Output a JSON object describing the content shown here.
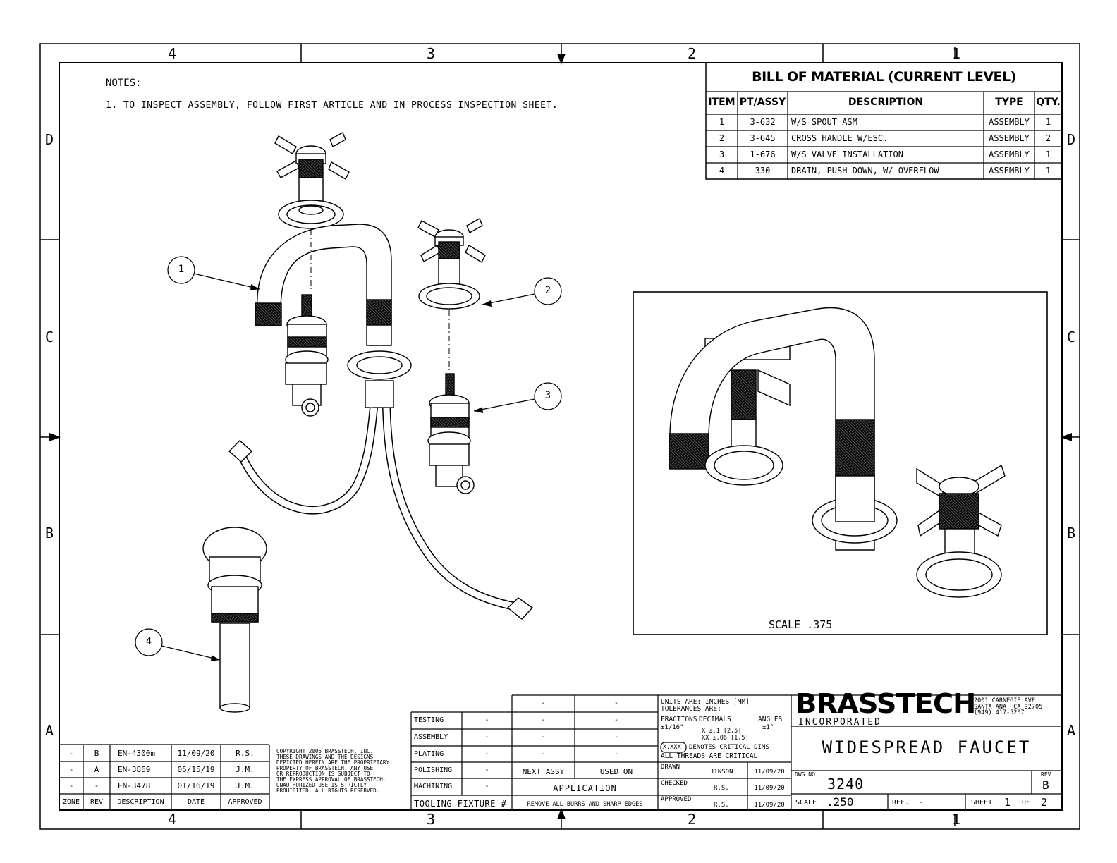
{
  "zones": {
    "columns": [
      "4",
      "3",
      "2",
      "1"
    ],
    "rows": [
      "D",
      "C",
      "B",
      "A"
    ]
  },
  "notes": {
    "heading": "NOTES:",
    "items": [
      "1.  TO INSPECT ASSEMBLY, FOLLOW FIRST ARTICLE AND IN PROCESS INSPECTION SHEET."
    ]
  },
  "bom": {
    "title": "BILL OF MATERIAL (CURRENT LEVEL)",
    "headers": [
      "ITEM",
      "PT/ASSY",
      "DESCRIPTION",
      "TYPE",
      "QTY."
    ],
    "rows": [
      [
        "1",
        "3-632",
        "W/S SPOUT ASM",
        "ASSEMBLY",
        "1"
      ],
      [
        "2",
        "3-645",
        "CROSS HANDLE W/ESC.",
        "ASSEMBLY",
        "2"
      ],
      [
        "3",
        "1-676",
        "W/S VALVE INSTALLATION",
        "ASSEMBLY",
        "1"
      ],
      [
        "4",
        "330",
        "DRAIN, PUSH DOWN, W/ OVERFLOW",
        "ASSEMBLY",
        "1"
      ]
    ]
  },
  "balloons": [
    "1",
    "2",
    "3",
    "4"
  ],
  "inset": {
    "scale_label": "SCALE  .375"
  },
  "revisions": {
    "headers": [
      "ZONE",
      "REV",
      "DESCRIPTION",
      "DATE",
      "APPROVED"
    ],
    "rows": [
      [
        "-",
        "B",
        "EN-4300m",
        "11/09/20",
        "R.S."
      ],
      [
        "-",
        "A",
        "EN-3869",
        "05/15/19",
        "J.M."
      ],
      [
        "-",
        "-",
        "EN-3478",
        "01/16/19",
        "J.M."
      ]
    ]
  },
  "copyright": [
    "COPYRIGHT 2005 BRASSTECH, INC.",
    "THESE DRAWINGS AND THE DESIGNS",
    "DEPICTED HEREIN ARE THE PROPRIETARY",
    "PROPERTY OF BRASSTECH. ANY USE",
    "OR REPRODUCTION IS SUBJECT TO",
    "THE EXPRESS APPROVAL OF BRASSTECH.",
    "UNAUTHORIZED USE IS STRICTLY",
    "PROHIBITED. ALL RIGHTS RESERVED."
  ],
  "processes": {
    "rows": [
      [
        "TESTING",
        "-"
      ],
      [
        "ASSEMBLY",
        "-"
      ],
      [
        "PLATING",
        "-"
      ],
      [
        "POLISHING",
        "-"
      ],
      [
        "MACHINING",
        "-"
      ]
    ],
    "tooling": "TOOLING FIXTURE #"
  },
  "application": {
    "dash_rows": [
      [
        "-",
        "-"
      ],
      [
        "-",
        "-"
      ],
      [
        "-",
        "-"
      ],
      [
        "-",
        "-"
      ]
    ],
    "next_assy": "NEXT ASSY",
    "used_on": "USED ON",
    "label": "APPLICATION",
    "burrs": "REMOVE ALL BURRS AND SHARP EDGES"
  },
  "tolerances": {
    "units": "UNITS ARE: INCHES  [MM]",
    "tol": "TOLERANCES ARE:",
    "fractions": "FRACTIONS",
    "decimals": "DECIMALS",
    "angles": "ANGLES",
    "frac_val": "±1/16\"",
    "x_val": ".X ±.1  [2,5]",
    "xx_val": ".XX ±.06 [1,5]",
    "ang_val": "±1°",
    "critical_box": "X.XXX",
    "critical_text": "DENOTES CRITICAL DIMS.",
    "threads": "ALL THREADS ARE CRITICAL"
  },
  "signoff": [
    {
      "label": "DRAWN",
      "name": "JINSON",
      "date": "11/09/20"
    },
    {
      "label": "CHECKED",
      "name": "R.S.",
      "date": "11/09/20"
    },
    {
      "label": "APPROVED",
      "name": "R.S.",
      "date": "11/09/20"
    }
  ],
  "company": {
    "name": "BRASSTECH",
    "sub": "INCORPORATED",
    "address": [
      "2001 CARNEGIE AVE.",
      "SANTA ANA, CA 92705",
      "(949) 417-5207"
    ]
  },
  "title": "WIDESPREAD FAUCET",
  "dwg": {
    "label": "DWG NO.",
    "number": "3240",
    "rev_label": "REV",
    "rev": "B"
  },
  "footer": {
    "scale_label": "SCALE",
    "scale": ".250",
    "ref_label": "REF.",
    "ref": "-",
    "sheet_label": "SHEET",
    "sheet": "1",
    "of_label": "OF",
    "of": "2"
  }
}
